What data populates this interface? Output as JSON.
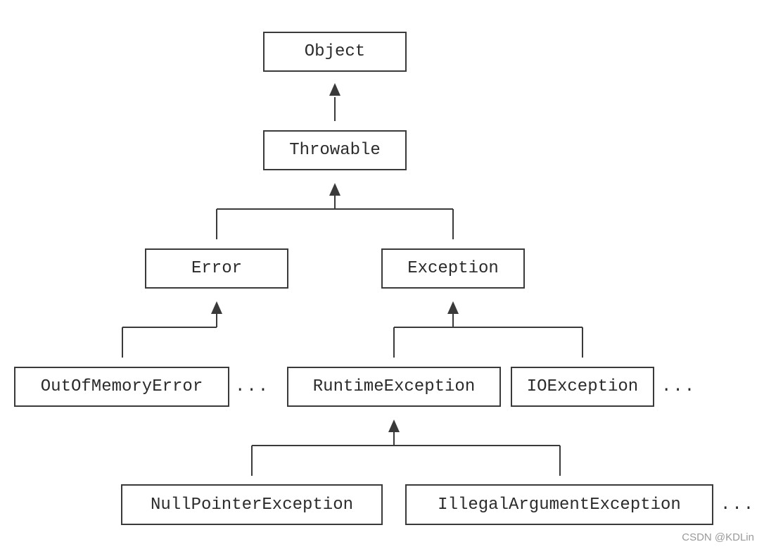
{
  "nodes": {
    "object": "Object",
    "throwable": "Throwable",
    "error": "Error",
    "exception": "Exception",
    "out_of_memory_error": "OutOfMemoryError",
    "runtime_exception": "RuntimeException",
    "io_exception": "IOException",
    "null_pointer_exception": "NullPointerException",
    "illegal_argument_exception": "IllegalArgumentException"
  },
  "ellipses": {
    "error_children_more": "...",
    "exception_children_more": "...",
    "runtime_children_more": "..."
  },
  "edges": [
    {
      "from": "throwable",
      "to": "object"
    },
    {
      "from": "error",
      "to": "throwable"
    },
    {
      "from": "exception",
      "to": "throwable"
    },
    {
      "from": "out_of_memory_error",
      "to": "error"
    },
    {
      "from": "runtime_exception",
      "to": "exception"
    },
    {
      "from": "io_exception",
      "to": "exception"
    },
    {
      "from": "null_pointer_exception",
      "to": "runtime_exception"
    },
    {
      "from": "illegal_argument_exception",
      "to": "runtime_exception"
    }
  ],
  "colors": {
    "line": "#3a3a3a",
    "text": "#2b2b2b",
    "watermark": "#9a9a9a"
  },
  "watermark": "CSDN @KDLin"
}
